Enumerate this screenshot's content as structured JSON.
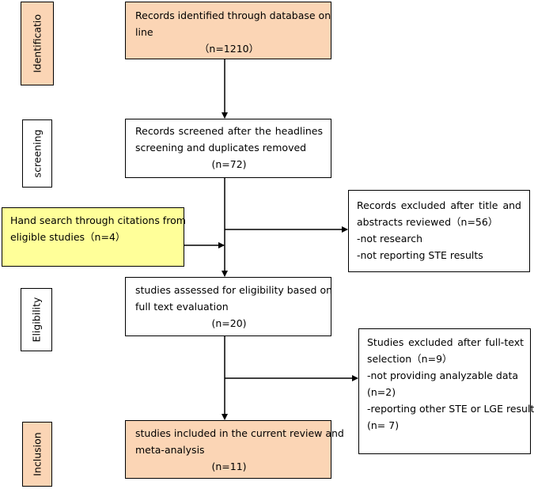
{
  "stages": {
    "identification": "Identificatio",
    "screening": "screening",
    "eligibility": "Eligibility",
    "inclusion": "Inclusion"
  },
  "boxes": {
    "identified": {
      "line1": "Records identified through database on",
      "line2": "line",
      "count": "（n=1210）"
    },
    "screened": {
      "line1": "Records screened after the headlines",
      "line2": "screening and duplicates removed",
      "count": "(n=72)"
    },
    "hand_search": {
      "line1": "Hand search through citations from",
      "line2": "eligible studies（n=4）"
    },
    "excluded_title": {
      "line1": "Records excluded after title and",
      "line2": "abstracts reviewed（n=56）",
      "line3": "-not research",
      "line4": "-not reporting STE results"
    },
    "assessed": {
      "line1": "studies assessed for eligibility based on",
      "line2": "full text evaluation",
      "count": "(n=20)"
    },
    "excluded_fulltext": {
      "line1": "Studies excluded after full-text",
      "line2": "selection（n=9）",
      "line3": "-not providing analyzable data",
      "line4": "(n=2)",
      "line5": "-reporting other STE or LGE results",
      "line6": "(n= 7)"
    },
    "included": {
      "line1": "studies included in the current review and",
      "line2": "meta-analysis",
      "count": "(n=11)"
    }
  },
  "colors": {
    "peach": "#fbd5b5",
    "yellow": "#ffff99",
    "line": "#000000"
  }
}
